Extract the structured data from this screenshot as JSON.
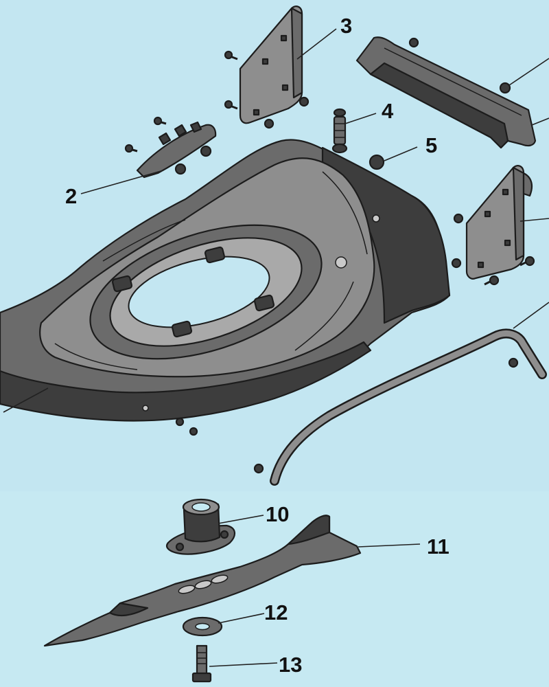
{
  "colors": {
    "background": "#c3e6f1",
    "lower_panel": "#c6e9f2",
    "part_dark": "#3d3d3d",
    "part_mid": "#6b6b6b",
    "part_light": "#8e8e8e",
    "outline": "#1c1c1c"
  },
  "callouts": {
    "deck": "",
    "side_flap": "2",
    "rear_bracket_left": "3",
    "spring": "4",
    "nut": "5",
    "blade_adapter": "10",
    "blade": "11",
    "washer": "12",
    "bolt": "13"
  },
  "parts_shown": [
    "mower-deck",
    "side-flap",
    "rear-bracket-left",
    "rear-bracket-right",
    "rear-axle-holder",
    "height-spring",
    "rear-nut",
    "front-axle-rod",
    "blade-adapter",
    "blade",
    "washer",
    "blade-bolt"
  ]
}
